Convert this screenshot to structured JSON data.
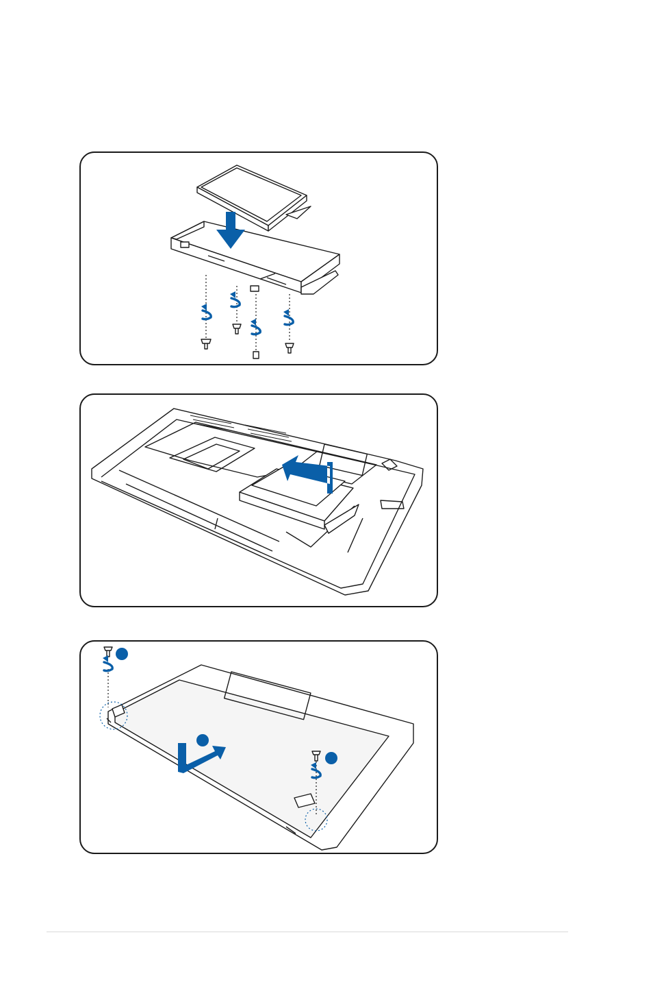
{
  "colors": {
    "accent": "#0a5fa8",
    "line": "#1a1a1a",
    "footer_rule": "#d9d9d9"
  },
  "figures": [
    {
      "id": "hdd-bracket-assembly",
      "icons": [
        "hard-drive-icon",
        "drive-bracket-icon",
        "down-arrow-icon",
        "screw-icon",
        "rotate-arrow-icon"
      ]
    },
    {
      "id": "hdd-insert-into-bay",
      "icons": [
        "laptop-underside-icon",
        "hard-drive-icon",
        "slide-arrow-icon"
      ]
    },
    {
      "id": "compartment-cover-install",
      "icons": [
        "laptop-underside-icon",
        "compartment-cover-icon",
        "slide-arrow-icon",
        "screw-icon",
        "rotate-arrow-icon"
      ]
    }
  ]
}
